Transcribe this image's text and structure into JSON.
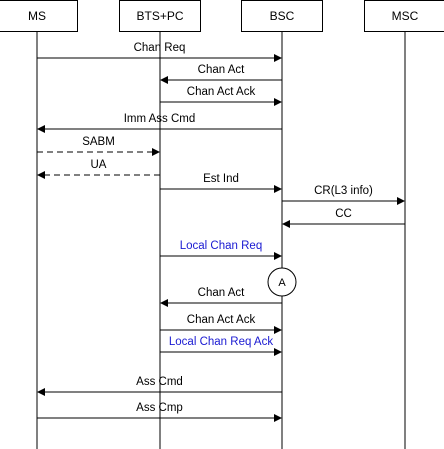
{
  "entities": [
    {
      "id": "ms",
      "label": "MS"
    },
    {
      "id": "bts",
      "label": "BTS+PC"
    },
    {
      "id": "bsc",
      "label": "BSC"
    },
    {
      "id": "msc",
      "label": "MSC"
    }
  ],
  "messages": [
    {
      "label": "Chan Req",
      "from": "ms",
      "to": "bsc",
      "style": "solid",
      "highlight": false
    },
    {
      "label": "Chan Act",
      "from": "bsc",
      "to": "bts",
      "style": "solid",
      "highlight": false
    },
    {
      "label": "Chan Act Ack",
      "from": "bts",
      "to": "bsc",
      "style": "solid",
      "highlight": false
    },
    {
      "label": "Imm Ass Cmd",
      "from": "bsc",
      "to": "ms",
      "style": "solid",
      "highlight": false
    },
    {
      "label": "SABM",
      "from": "ms",
      "to": "bts",
      "style": "dashed",
      "highlight": false
    },
    {
      "label": "UA",
      "from": "bts",
      "to": "ms",
      "style": "dashed",
      "highlight": false
    },
    {
      "label": "Est Ind",
      "from": "bts",
      "to": "bsc",
      "style": "solid",
      "highlight": false
    },
    {
      "label": "CR(L3 info)",
      "from": "bsc",
      "to": "msc",
      "style": "solid",
      "highlight": false
    },
    {
      "label": "CC",
      "from": "msc",
      "to": "bsc",
      "style": "solid",
      "highlight": false
    },
    {
      "label": "Local Chan Req",
      "from": "bts",
      "to": "bsc",
      "style": "solid",
      "highlight": true
    },
    {
      "label": "Chan Act",
      "from": "bsc",
      "to": "bts",
      "style": "solid",
      "highlight": false
    },
    {
      "label": "Chan Act Ack",
      "from": "bts",
      "to": "bsc",
      "style": "solid",
      "highlight": false
    },
    {
      "label": "Local Chan Req Ack",
      "from": "bts",
      "to": "bsc",
      "style": "solid",
      "highlight": true
    },
    {
      "label": "Ass Cmd",
      "from": "bsc",
      "to": "ms",
      "style": "solid",
      "highlight": false
    },
    {
      "label": "Ass Cmp",
      "from": "ms",
      "to": "bsc",
      "style": "solid",
      "highlight": false
    }
  ],
  "marker": {
    "label": "A",
    "entity": "bsc"
  },
  "colors": {
    "highlight": "#1a1ad2",
    "line": "#000000"
  }
}
